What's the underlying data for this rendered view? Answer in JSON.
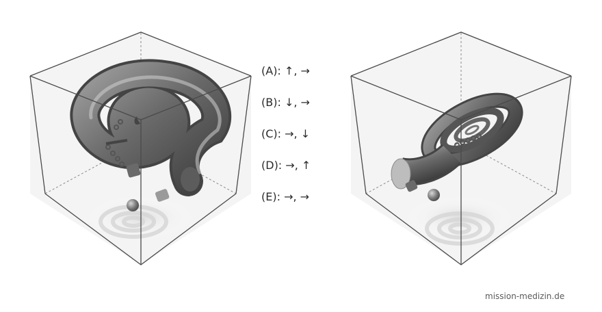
{
  "task": {
    "options": [
      {
        "text": "(A): ↑, →"
      },
      {
        "text": "(B): ↓, →"
      },
      {
        "text": "(C): →, ↓"
      },
      {
        "text": "(D): →, ↑"
      },
      {
        "text": "(E): →, →"
      }
    ]
  },
  "footer": {
    "watermark": "mission-medizin.de"
  },
  "colors": {
    "edge": "#4a4a4a",
    "object": "#6e6e6e",
    "object_light": "#bdbdbd",
    "shadow": "#e6e6e6"
  }
}
